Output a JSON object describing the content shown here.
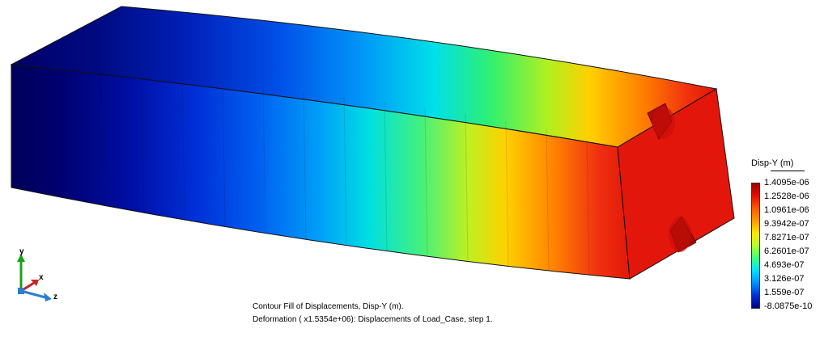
{
  "legend": {
    "title": "Disp-Y (m)",
    "labels": [
      "1.4095e-06",
      "1.2528e-06",
      "1.0961e-06",
      "9.3942e-07",
      "7.8271e-07",
      "6.2601e-07",
      "4.693e-07",
      "3.126e-07",
      "1.559e-07",
      "-8.0875e-10"
    ],
    "colors_top_to_bottom": [
      "#a00000",
      "#e01000",
      "#ff5a00",
      "#ff9a00",
      "#ffe600",
      "#b4ff2a",
      "#40ff80",
      "#00e0ff",
      "#0090ff",
      "#0030d0",
      "#000080"
    ]
  },
  "caption": {
    "line1": "Contour Fill of Displacements, Disp-Y (m).",
    "line2": "Deformation ( x1.5354e+06): Displacements of Load_Case, step 1."
  },
  "axes": {
    "y": "y",
    "x": "x",
    "z": "z"
  },
  "colors": {
    "low": "#000a70",
    "high": "#e6140a"
  }
}
